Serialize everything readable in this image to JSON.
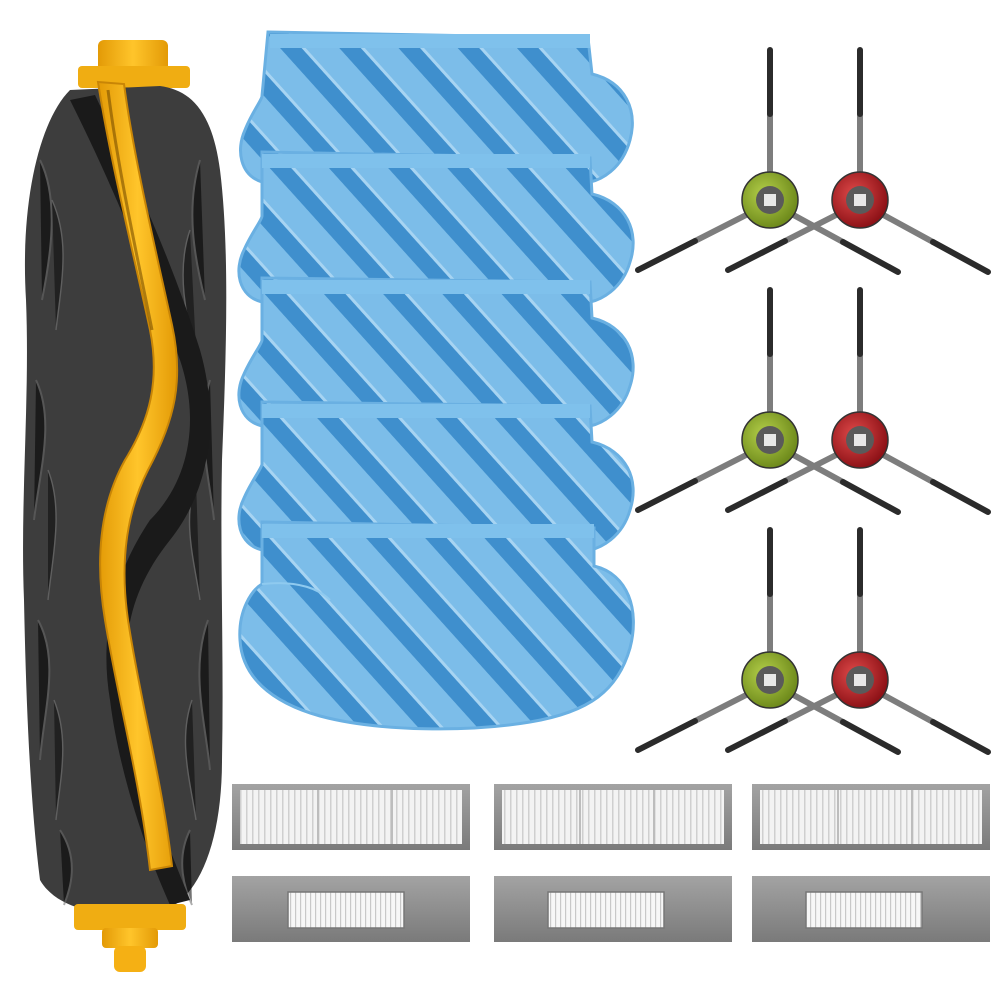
{
  "image": {
    "background": "#ffffff",
    "items": {
      "roller_brush": {
        "count": 1,
        "bristle_color": "#3f3f3f",
        "frame_color": "#f5b014",
        "core_color": "#1b1b1b"
      },
      "mop_pads": {
        "count": 5,
        "fabric_color": "#6fb6e6",
        "stripe_color": "#3f8fcd",
        "edge_color": "#8ac6ef"
      },
      "side_brushes": {
        "count": 6,
        "pairs": 3,
        "left_hub_color": "#8fae2c",
        "right_hub_color": "#b2202a",
        "arm_color": "#2b2b2b"
      },
      "hepa_filters": {
        "count": 3,
        "frame_color": "#8e8e8e",
        "pleat_color": "#f2f2f2"
      },
      "filter_frames": {
        "count": 3,
        "frame_color": "#8b8b8b",
        "window_color": "#f4f4f4"
      }
    }
  }
}
